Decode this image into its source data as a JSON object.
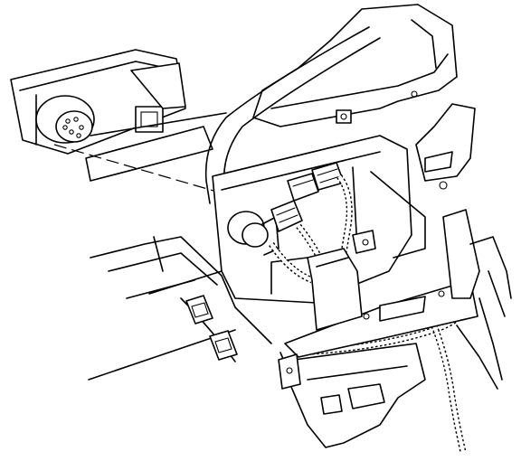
{
  "figure": {
    "background": "#ffffff",
    "line_color": "#000000"
  },
  "parts": [
    {
      "id": "dash-panel",
      "icon": "instrument-panel-outline"
    },
    {
      "id": "steering-column-shaft",
      "icon": "column-shaft"
    },
    {
      "id": "ignition-switch-assembly",
      "icon": "round-connector"
    },
    {
      "id": "column-wiring-connectors",
      "icon": "electrical-connector"
    },
    {
      "id": "wiring-harness",
      "icon": "braided-harness"
    },
    {
      "id": "column-support-bracket",
      "icon": "bracket"
    },
    {
      "id": "lower-knee-bolster",
      "icon": "panel-trim"
    },
    {
      "id": "hazard-switches",
      "icon": "rocker-switch"
    }
  ]
}
